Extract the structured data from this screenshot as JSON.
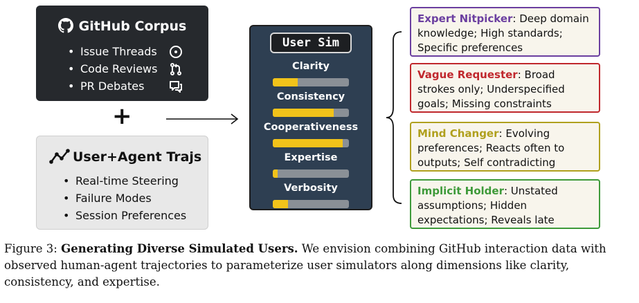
{
  "github": {
    "title": "GitHub Corpus",
    "items": [
      {
        "label": "Issue Threads",
        "icon": "issue-circle-icon"
      },
      {
        "label": "Code Reviews",
        "icon": "pull-request-icon"
      },
      {
        "label": "PR Debates",
        "icon": "comment-discussion-icon"
      }
    ]
  },
  "plus": "+",
  "trajectories": {
    "title": "User+Agent Trajs",
    "items": [
      "Real-time Steering",
      "Failure Modes",
      "Session Preferences"
    ]
  },
  "user_sim": {
    "title": "User Sim",
    "dimensions": [
      {
        "label": "Clarity",
        "level": 0.33
      },
      {
        "label": "Consistency",
        "level": 0.8
      },
      {
        "label": "Cooperativeness",
        "level": 0.92
      },
      {
        "label": "Expertise",
        "level": 0.06
      },
      {
        "label": "Verbosity",
        "level": 0.2
      }
    ]
  },
  "personas": [
    {
      "name": "Expert Nitpicker",
      "desc": ": Deep domain knowledge; High standards; Specific preferences",
      "color": "#6b3fa0",
      "bg": "#f8f5ec"
    },
    {
      "name": "Vague Requester",
      "desc": ": Broad strokes only; Underspecified goals; Missing constraints",
      "color": "#c0282d",
      "bg": "#f8f5ec"
    },
    {
      "name": "Mind Changer",
      "desc": ": Evolving preferences; Reacts often to outputs; Self contradicting",
      "color": "#b0a01e",
      "bg": "#f8f5ec"
    },
    {
      "name": "Implicit Holder",
      "desc": ": Unstated assumptions; Hidden expectations; Reveals late",
      "color": "#3e9a3a",
      "bg": "#f8f5ec"
    }
  ],
  "caption": {
    "prefix": "Figure 3: ",
    "bold": "Generating Diverse Simulated Users.",
    "text": " We envision combining GitHub interaction data with observed human-agent trajectories to parameterize user simulators along dimensions like clarity, consistency, and expertise."
  }
}
